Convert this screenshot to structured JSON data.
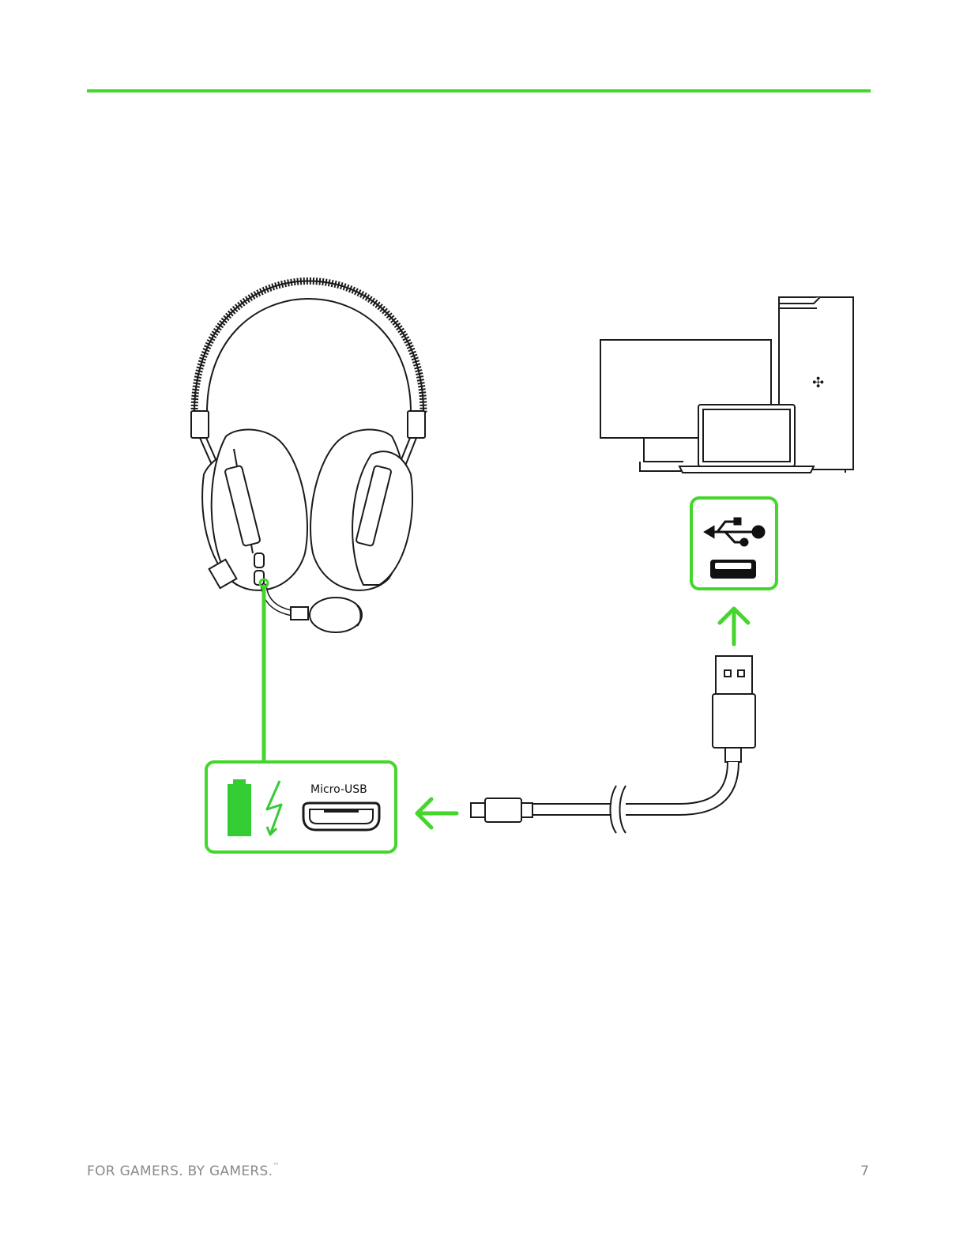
{
  "header": {
    "accent_color": "#44d62c"
  },
  "figure": {
    "port_label": "Micro-USB",
    "icons": [
      "headset-icon",
      "pc-tower-icon",
      "monitor-icon",
      "laptop-icon",
      "usb-symbol-icon",
      "usb-a-port-icon",
      "usb-a-plug-icon",
      "micro-usb-plug-icon",
      "battery-icon",
      "charging-bolt-icon",
      "micro-usb-port-icon",
      "arrow-up-icon",
      "arrow-left-icon"
    ],
    "accent_color": "#44d62c"
  },
  "footer": {
    "tagline": "FOR GAMERS. BY GAMERS.",
    "trademark": "™",
    "page_number": "7"
  }
}
